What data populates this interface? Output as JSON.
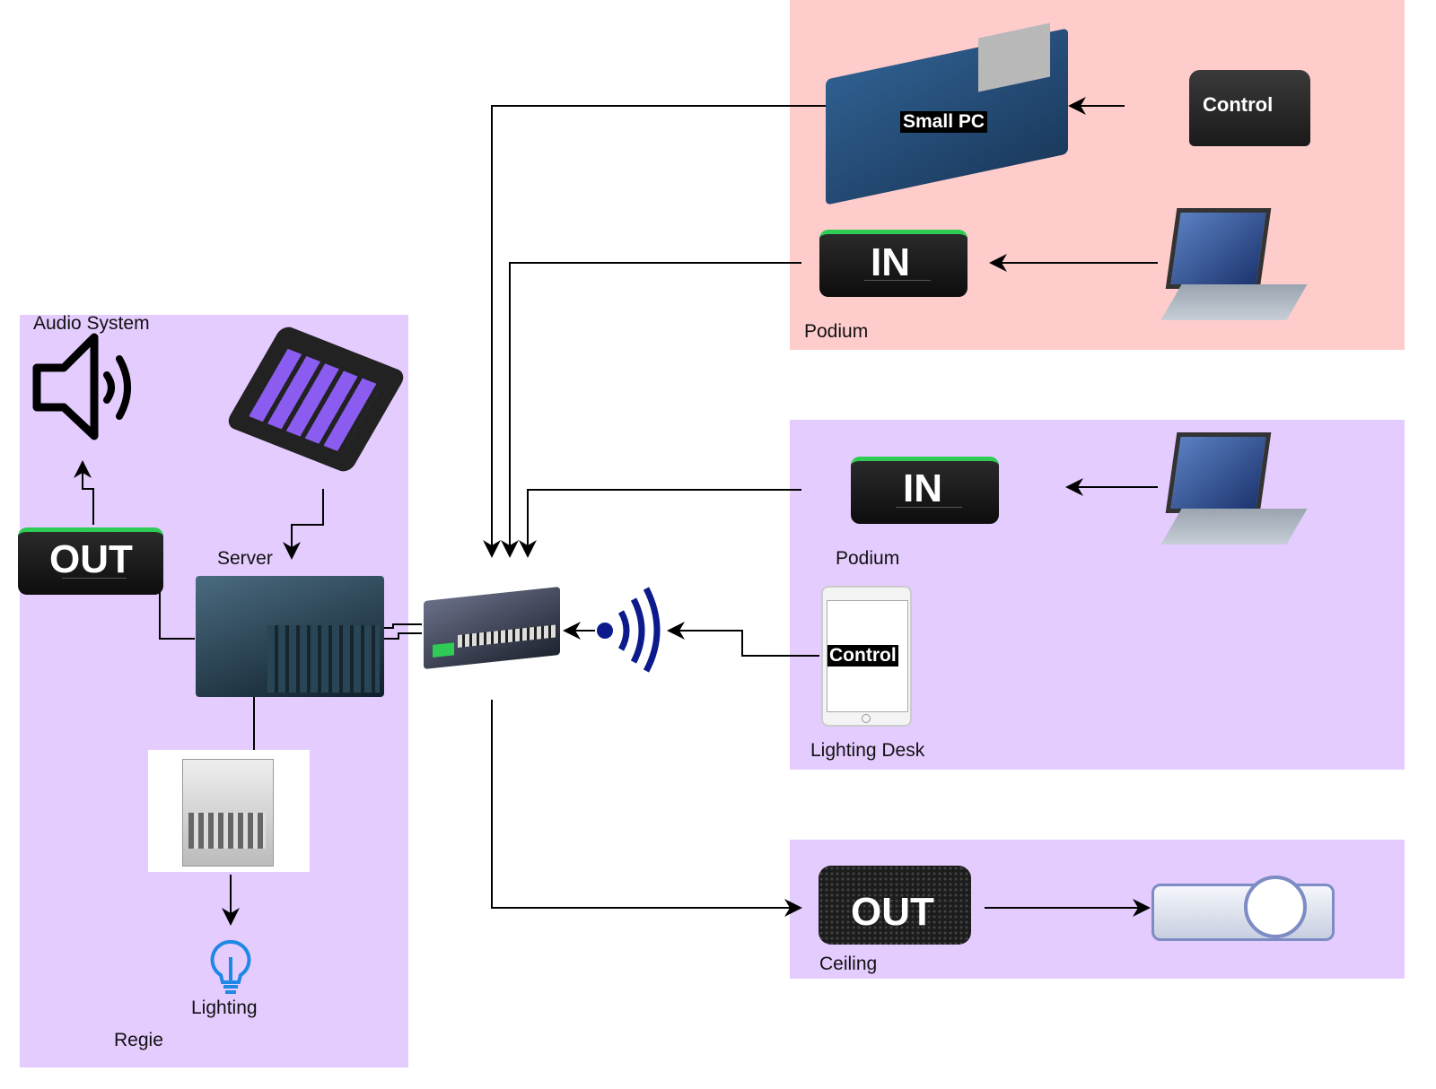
{
  "zones": {
    "podium_top": {
      "label": "Podium",
      "color": "#ffcccc"
    },
    "podium_mid": {
      "label": "Podium",
      "color": "#e5ccff"
    },
    "ceiling": {
      "label": "Ceiling",
      "color": "#e5ccff"
    },
    "regie": {
      "label": "Regie",
      "color": "#e5ccff"
    }
  },
  "labels": {
    "small_pc": "Small PC",
    "control_top": "Control",
    "in_top": "IN",
    "in_mid": "IN",
    "control_tablet": "Control",
    "lighting_desk": "Lighting Desk",
    "out_ceiling": "OUT",
    "out_regie": "OUT",
    "audio_system": "Audio System",
    "server": "Server",
    "lighting": "Lighting"
  },
  "icons": [
    "single-board-pc",
    "stream-deck-mini",
    "encoder-box",
    "laptop",
    "tablet",
    "decoder-box",
    "projector",
    "speaker-icon",
    "stream-deck",
    "rack-server",
    "network-switch",
    "wifi-icon",
    "dmx-relay",
    "lightbulb-icon"
  ],
  "colors": {
    "wifi": "#0d1a8c",
    "bulb": "#1e88e5",
    "box_accent": "#2ecc55"
  }
}
